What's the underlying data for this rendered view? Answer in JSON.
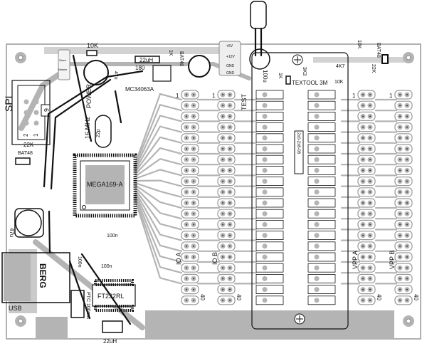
{
  "board": {
    "labels": {
      "spi": "SPI",
      "spi_pin6": "6",
      "spi_pin2": "2",
      "spi_pin1": "1",
      "r_10k_top": "10K",
      "l_22uh_top": "22uH",
      "r_180": "180",
      "ic_mc34063": "MC34063A",
      "c_47u_top": "47u",
      "r_1k_top": "1K",
      "d_bat48_top": "BAT48",
      "crystal": "16 MHz",
      "power": "POWER",
      "c_22p": "22p",
      "r_22k_left": "22K",
      "d_bat48_left": "BAT48",
      "c_47u_left": "47u",
      "usb": "USB",
      "berg": "BERG",
      "c_100n_a": "100n",
      "c_100n_b": "100n",
      "c_100n_c": "100n",
      "ic_ft232": "FT232RL",
      "ptc": "PTC 100mA",
      "l_22uh_bottom": "22uH",
      "mcu": "MEGA169-A",
      "socket": "TEXTOOL 3M",
      "socket_chip": "2x0-2x8-08",
      "c_100u": "100u",
      "r_1k_socket": "1K",
      "r_3k3": "3K3",
      "r_4k7": "4K7",
      "r_10k_right": "10K",
      "r_10k_far": "10K",
      "r_22k_right": "22K",
      "d_bat48_right": "BAT48",
      "pwr_5v": "+5V",
      "pwr_12v": "+12V",
      "pwr_gnd1": "GND",
      "pwr_gnd2": "GND",
      "jp_slave": "Slave",
      "jp_master": "Master",
      "test": "TEST",
      "io_a": "IO A",
      "io_b": "IO B",
      "vpp_a": "VPP A",
      "vpp_b": "VPP B",
      "pin_first": "1",
      "pin_last": "40"
    },
    "header_rows": 20
  }
}
